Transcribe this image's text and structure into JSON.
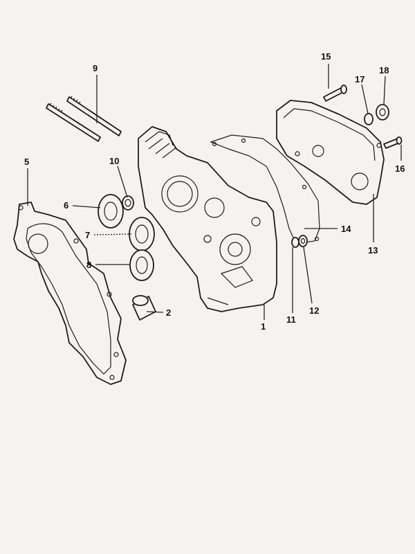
{
  "callouts": {
    "c1": "1",
    "c2": "2",
    "c5": "5",
    "c6": "6",
    "c7": "7",
    "c8": "8",
    "c9": "9",
    "c10": "10",
    "c11": "11",
    "c12": "12",
    "c13": "13",
    "c14": "14",
    "c15": "15",
    "c16": "16",
    "c17": "17",
    "c18": "18"
  },
  "colors": {
    "ink": "#1c1c1c",
    "paper": "#f4f3ef"
  }
}
